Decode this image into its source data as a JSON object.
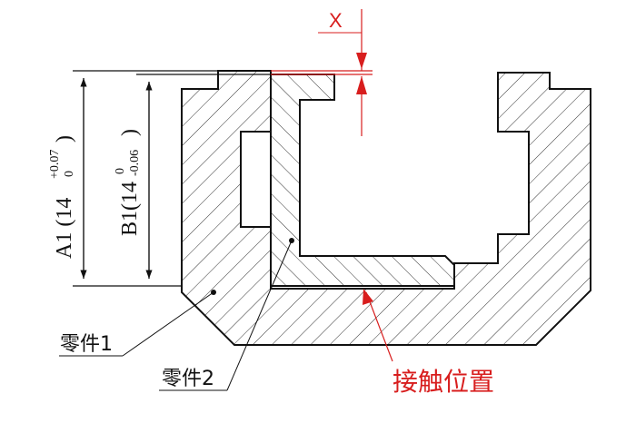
{
  "colors": {
    "line": "#111111",
    "accent": "#d81e1e",
    "background": "#ffffff"
  },
  "dimensions": {
    "a1_label": "A1 (14",
    "a1_upper_dev": "+0.07",
    "a1_lower_dev": "0",
    "a1_close": ")",
    "b1_label": "B1(14",
    "b1_upper_dev": "0",
    "b1_lower_dev": "-0.06",
    "b1_close": ")",
    "gap_label": "X"
  },
  "labels": {
    "part1": "零件1",
    "part2": "零件2",
    "contact": "接触位置"
  }
}
